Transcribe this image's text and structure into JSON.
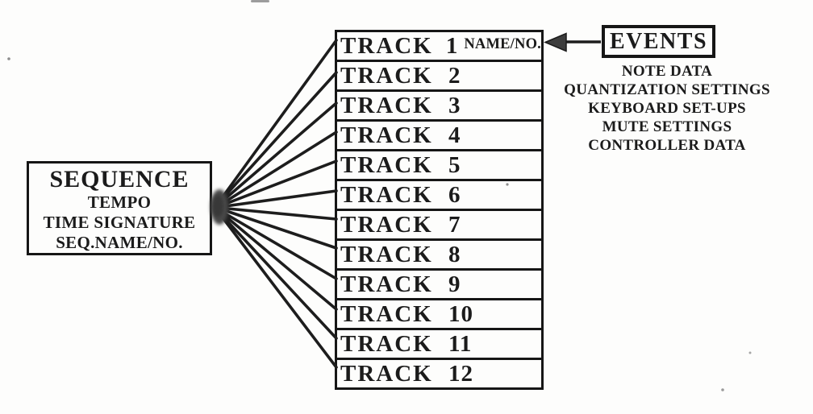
{
  "colors": {
    "ink": "#1b1b1b",
    "paper": "#fdfdfc",
    "arrow_fill": "#3d3d3d",
    "hub_fill": "#4a4a4a"
  },
  "sequence_box": {
    "title": "SEQUENCE",
    "attributes": [
      "TEMPO",
      "TIME SIGNATURE",
      "SEQ.NAME/NO."
    ]
  },
  "track_list": {
    "rows": [
      {
        "label": "TRACK",
        "number": "1",
        "suffix": "NAME/NO."
      },
      {
        "label": "TRACK",
        "number": "2"
      },
      {
        "label": "TRACK",
        "number": "3"
      },
      {
        "label": "TRACK",
        "number": "4"
      },
      {
        "label": "TRACK",
        "number": "5"
      },
      {
        "label": "TRACK",
        "number": "6"
      },
      {
        "label": "TRACK",
        "number": "7"
      },
      {
        "label": "TRACK",
        "number": "8"
      },
      {
        "label": "TRACK",
        "number": "9"
      },
      {
        "label": "TRACK",
        "number": "10"
      },
      {
        "label": "TRACK",
        "number": "11"
      },
      {
        "label": "TRACK",
        "number": "12"
      }
    ]
  },
  "events": {
    "title": "EVENTS",
    "items": [
      "NOTE DATA",
      "QUANTIZATION SETTINGS",
      "KEYBOARD SET-UPS",
      "MUTE SETTINGS",
      "CONTROLLER DATA"
    ]
  }
}
